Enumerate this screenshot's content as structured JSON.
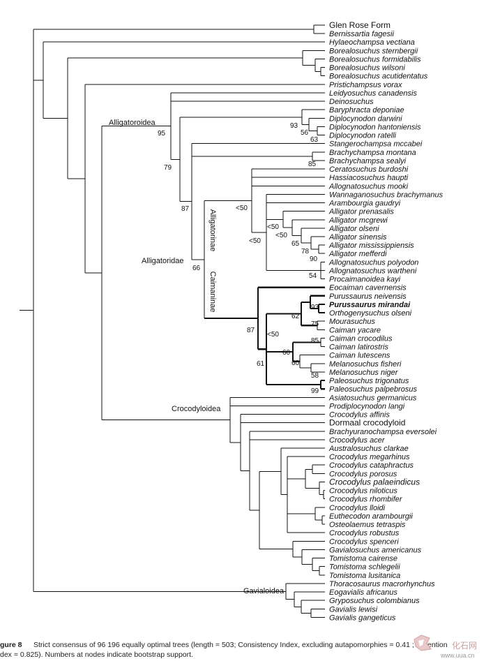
{
  "taxa": [
    {
      "label": "Glen Rose Form",
      "style": "plain"
    },
    {
      "label": "Bernissartia fagesii"
    },
    {
      "label": "Hylaeochampsa vectiana"
    },
    {
      "label": "Borealosuchus sternbergii"
    },
    {
      "label": "Borealosuchus formidabilis"
    },
    {
      "label": "Borealosuchus wilsoni"
    },
    {
      "label": "Borealosuchus acutidentatus"
    },
    {
      "label": "Pristichampsus vorax"
    },
    {
      "label": "Leidyosuchus canadensis"
    },
    {
      "label": "Deinosuchus"
    },
    {
      "label": "Baryphracta deponiae"
    },
    {
      "label": "Diplocynodon darwini"
    },
    {
      "label": "Diplocynodon hantoniensis"
    },
    {
      "label": "Diplocynodon ratelli"
    },
    {
      "label": "Stangerochampsa mccabei"
    },
    {
      "label": "Brachychampsa montana"
    },
    {
      "label": "Brachychampsa sealyi"
    },
    {
      "label": "Ceratosuchus burdoshi"
    },
    {
      "label": "Hassiacosuchus haupti"
    },
    {
      "label": "Allognatosuchus mooki"
    },
    {
      "label": "Wannaganosuchus brachymanus"
    },
    {
      "label": "Arambourgia gaudryi"
    },
    {
      "label": "Alligator prenasalis"
    },
    {
      "label": "Alligator mcgrewi"
    },
    {
      "label": "Alligator olseni"
    },
    {
      "label": "Alligator sinensis"
    },
    {
      "label": "Alligator mississippiensis"
    },
    {
      "label": "Alligator mefferdi"
    },
    {
      "label": "Allognatosuchus polyodon"
    },
    {
      "label": "Allognatosuchus wartheni"
    },
    {
      "label": "Procaimanoidea kayi"
    },
    {
      "label": "Eocaiman cavernensis"
    },
    {
      "label": "Purussaurus neivensis"
    },
    {
      "label": "Purussaurus mirandai",
      "style": "bold"
    },
    {
      "label": "Orthogenysuchus olseni"
    },
    {
      "label": "Mourasuchus"
    },
    {
      "label": "Caiman yacare"
    },
    {
      "label": "Caiman crocodilus"
    },
    {
      "label": "Caiman latirostris"
    },
    {
      "label": "Caiman lutescens"
    },
    {
      "label": "Melanosuchus fisheri"
    },
    {
      "label": "Melanosuchus niger"
    },
    {
      "label": "Paleosuchus trigonatus"
    },
    {
      "label": "Paleosuchus palpebrosus"
    },
    {
      "label": "Asiatosuchus germanicus"
    },
    {
      "label": "Prodiplocynodon langi"
    },
    {
      "label": "Crocodylus affinis"
    },
    {
      "label": "Dormaal crocodyloid",
      "style": "plain"
    },
    {
      "label": "Brachyuranochampsa eversolei"
    },
    {
      "label": "Crocodylus acer"
    },
    {
      "label": "Australosuchus clarkae"
    },
    {
      "label": "Crocodylus megarhinus"
    },
    {
      "label": "Crocodylus cataphractus"
    },
    {
      "label": "Crocodylus porosus"
    },
    {
      "label": "Crocodylus palaeindicus",
      "style": "big"
    },
    {
      "label": "Crocodylus niloticus"
    },
    {
      "label": "Crocodylus rhombifer"
    },
    {
      "label": "Crocodylus lloidi"
    },
    {
      "label": "Euthecodon arambourgii"
    },
    {
      "label": "Osteolaemus tetraspis"
    },
    {
      "label": "Crocodylus robustus"
    },
    {
      "label": "Crocodylus spenceri"
    },
    {
      "label": "Gavialosuchus americanus"
    },
    {
      "label": "Tomistoma cairense"
    },
    {
      "label": "Tomistoma schlegelii"
    },
    {
      "label": "Tomistoma lusitanica"
    },
    {
      "label": "Thoracosaurus macrorhynchus"
    },
    {
      "label": "Eogavialis africanus"
    },
    {
      "label": "Gryposuchus colombianus"
    },
    {
      "label": "Gavialis lewisi"
    },
    {
      "label": "Gavialis gangeticus"
    }
  ],
  "clade_labels": [
    "Alligatoroidea",
    "Alligatoridae",
    "Crocodyloidea",
    "Gavialoidea"
  ],
  "rotated_labels": [
    "Alligatorinae",
    "Caimaninae"
  ],
  "support_values": [
    "95",
    "93",
    "56",
    "63",
    "79",
    "85",
    "87",
    "66",
    "<50",
    "<50",
    "<50",
    "<50",
    "65",
    "78",
    "90",
    "54",
    "93",
    "62",
    "75",
    "87",
    "<50",
    "85",
    "60",
    "60",
    "58",
    "61",
    "99"
  ],
  "caption": {
    "label": "gure 8",
    "line1": "Strict consensus of 96 196 equally optimal trees (length = 503; Consistency Index, excluding autapomorphies = 0.41 ; Retention",
    "line2": "dex = 0.825). Numbers at nodes indicate bootstrap support."
  },
  "watermark": {
    "brand": "化石网",
    "url": "www.uua.cn"
  },
  "colors": {
    "line": "#111111",
    "watermark": "#c8a0a0"
  }
}
